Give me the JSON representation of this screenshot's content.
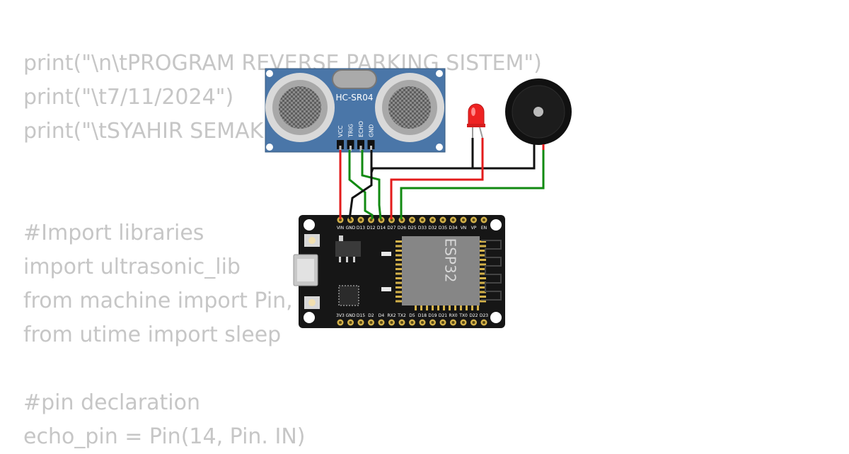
{
  "code_lines": [
    "print(\"\\n\\tPROGRAM REVERSE PARKING SISTEM\")",
    "print(\"\\t7/11/2024\")",
    "print(\"\\tSYAHIR SEMAK",
    "",
    "",
    "#Import libraries",
    "import ultrasonic_lib",
    "from machine import Pin,",
    "from utime import sleep",
    "",
    "#pin declaration",
    "echo_pin = Pin(14, Pin. IN)"
  ],
  "sensor": {
    "model": "HC-SR04",
    "pins": [
      "VCC",
      "TRIG",
      "ECHO",
      "GND"
    ]
  },
  "board": {
    "chip_label": "ESP32",
    "top_pins": [
      "VIN",
      "GND",
      "D13",
      "D12",
      "D14",
      "D27",
      "D26",
      "D25",
      "D33",
      "D32",
      "D35",
      "D34",
      "VN",
      "VP",
      "EN"
    ],
    "bottom_pins": [
      "3V3",
      "GND",
      "D15",
      "D2",
      "D4",
      "RX2",
      "TX2",
      "D5",
      "D18",
      "D19",
      "D21",
      "RX0",
      "TX0",
      "D22",
      "D23"
    ]
  },
  "colors": {
    "code_text": "#c6c6c6",
    "sensor_board": "#4a76a8",
    "esp_board": "#161616",
    "wire_red": "#e31b1b",
    "wire_green": "#118a11",
    "wire_black": "#111111",
    "led": "#ee2222",
    "buzzer": "#111111"
  }
}
